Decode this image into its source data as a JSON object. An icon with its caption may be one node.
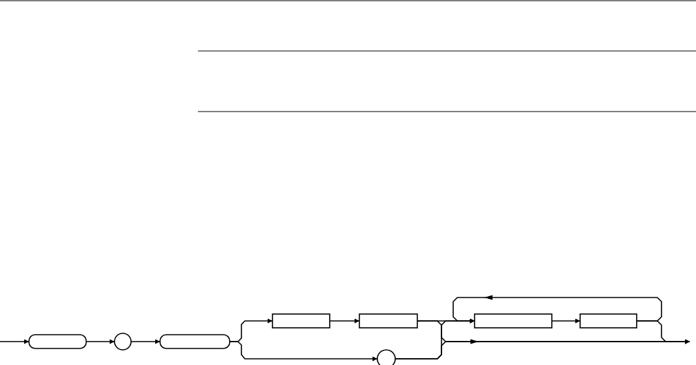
{
  "diagram": {
    "nodes": [
      {
        "text": [],
        "shape": "box"
      },
      {
        "text": [],
        "shape": "circle"
      },
      {
        "text": [],
        "shape": "box"
      },
      {
        "text": [],
        "shape": "box"
      },
      {
        "text": [],
        "shape": "box"
      },
      {
        "text": [],
        "shape": "circle"
      },
      {
        "text": [],
        "shape": "box"
      },
      {
        "text": [],
        "shape": "box"
      }
    ],
    "edges": [
      {
        "from": null,
        "to": 0,
        "arrow": "to"
      },
      {
        "from": 0,
        "to": 1,
        "arrow": "to"
      },
      {
        "from": 1,
        "to": 2,
        "arrow": "to"
      },
      {
        "from": 2,
        "to": 3,
        "arrow": "to"
      },
      {
        "from": 2,
        "to": 5,
        "arrow": "to"
      },
      {
        "from": 3,
        "to": 4,
        "arrow": "to"
      },
      {
        "from": 4,
        "to": 6,
        "arrow": "to"
      },
      {
        "from": 5,
        "to": 6,
        "arrow": "to"
      },
      {
        "from": 4,
        "to": null,
        "arrow": "to"
      },
      {
        "from": 5,
        "to": null,
        "arrow": "to"
      },
      {
        "from": 6,
        "to": 7,
        "arrow": "to"
      },
      {
        "from": 7,
        "to": 6,
        "arrow": "to"
      },
      {
        "from": 7,
        "to": null,
        "arrow": "to"
      }
    ]
  }
}
